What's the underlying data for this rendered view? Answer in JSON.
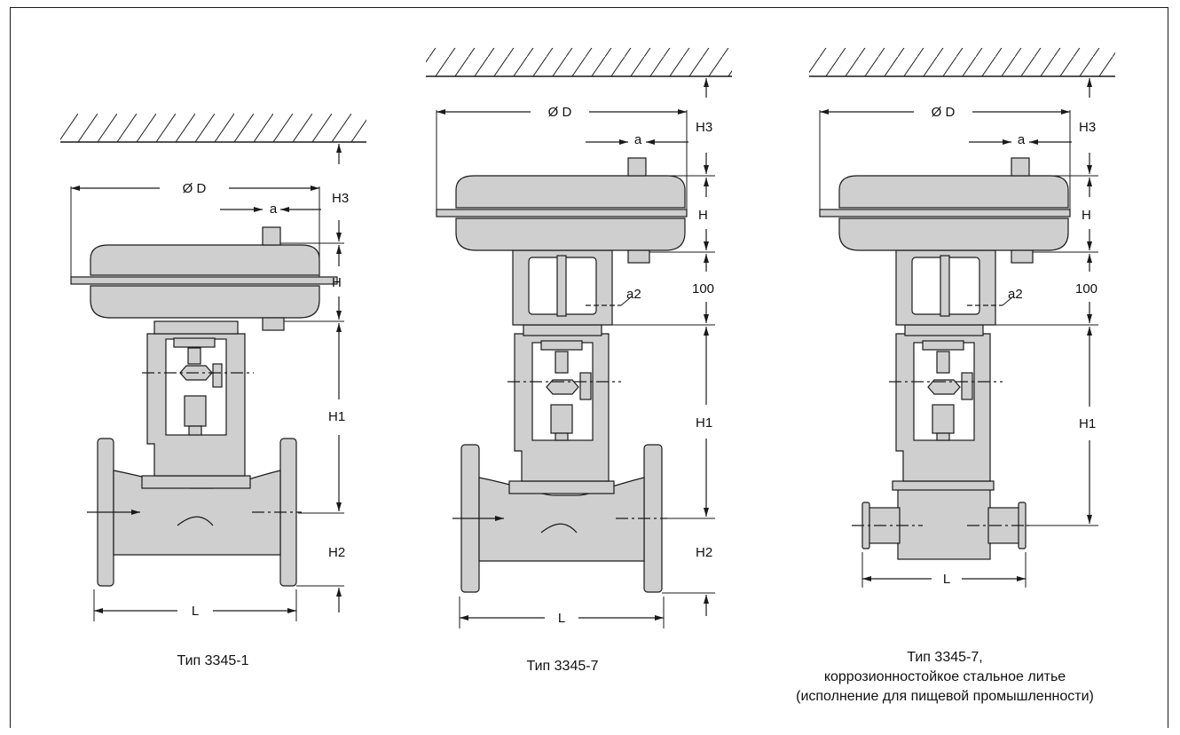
{
  "labels": {
    "diameter": "Ø D",
    "a": "a",
    "a2": "a2",
    "h": "H",
    "h1": "H1",
    "h2": "H2",
    "h3": "H3",
    "d100": "100",
    "l": "L"
  },
  "captions": {
    "left": "Тип 3345-1",
    "middle": "Тип 3345-7",
    "right_line1": "Тип 3345-7,",
    "right_line2": "коррозионностойкое стальное литье",
    "right_line3": "(исполнение для пищевой промышленности)"
  },
  "colors": {
    "body": "#cfcfcf",
    "line": "#1a1a1a",
    "white": "#ffffff"
  }
}
